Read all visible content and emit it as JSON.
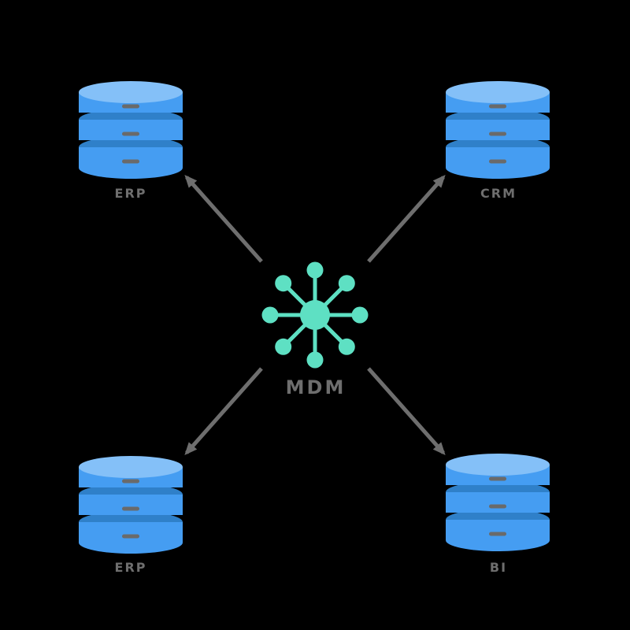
{
  "hub": {
    "label": "MDM",
    "icon": "hub-network-icon"
  },
  "nodes": [
    {
      "id": "erp-top-left",
      "label": "ERP",
      "icon": "database-icon",
      "position": "top-left"
    },
    {
      "id": "crm-top-right",
      "label": "CRM",
      "icon": "database-icon",
      "position": "top-right"
    },
    {
      "id": "erp-bottom-left",
      "label": "ERP",
      "icon": "database-icon",
      "position": "bottom-left"
    },
    {
      "id": "bi-bottom-right",
      "label": "BI",
      "icon": "database-icon",
      "position": "bottom-right"
    }
  ],
  "edges": [
    {
      "from": "MDM",
      "to": "ERP (top-left)",
      "style": "arrow-outward"
    },
    {
      "from": "MDM",
      "to": "CRM (top-right)",
      "style": "arrow-outward"
    },
    {
      "from": "MDM",
      "to": "ERP (bottom-left)",
      "style": "arrow-outward"
    },
    {
      "from": "MDM",
      "to": "BI (bottom-right)",
      "style": "arrow-outward"
    }
  ],
  "colors": {
    "background": "#000000",
    "db_light": "#84c0f8",
    "db_medium": "#459df2",
    "db_dark": "#2f80c9",
    "db_dash": "#6a6a6a",
    "hub_teal": "#5ee0c3",
    "arrow": "#6e6e6e",
    "label": "#6e6e6e"
  }
}
